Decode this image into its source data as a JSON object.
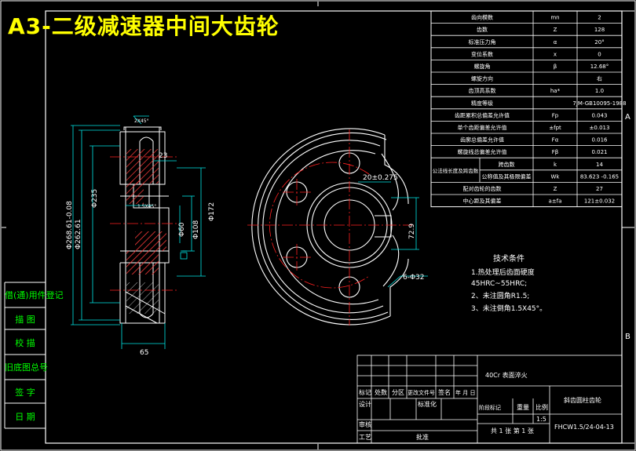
{
  "title": "A3-二级减速器中间大齿轮",
  "params": [
    {
      "name": "齿向模数",
      "sym": "mn",
      "val": "2"
    },
    {
      "name": "齿数",
      "sym": "Z",
      "val": "128"
    },
    {
      "name": "标准压力角",
      "sym": "α",
      "val": "20°"
    },
    {
      "name": "变位系数",
      "sym": "x",
      "val": "0"
    },
    {
      "name": "螺旋角",
      "sym": "β",
      "val": "12.68°"
    },
    {
      "name": "螺旋方向",
      "sym": "",
      "val": "右"
    },
    {
      "name": "齿顶高系数",
      "sym": "ha*",
      "val": "1.0"
    },
    {
      "name": "精度等级",
      "sym": "",
      "val": "7JM-GB10095-1988"
    },
    {
      "name": "齿距累积总偏差允许值",
      "sym": "Fp",
      "val": "0.043"
    },
    {
      "name": "单个齿距偏差允许值",
      "sym": "±fpt",
      "val": "±0.013"
    },
    {
      "name": "齿廓总偏差允许值",
      "sym": "Fα",
      "val": "0.016"
    },
    {
      "name": "螺旋线总偏差允许值",
      "sym": "Fβ",
      "val": "0.021"
    }
  ],
  "span_group": {
    "label": "公法线长度及跨齿数",
    "rows": [
      {
        "name": "跨齿数",
        "sym": "k",
        "val": "14"
      },
      {
        "name": "公称值及其极限偏差",
        "sym": "Wk",
        "val": "83.623 -0.165"
      }
    ]
  },
  "params_tail": [
    {
      "name": "配对齿轮的齿数",
      "sym": "Z",
      "val": "27"
    },
    {
      "name": "中心距及其偏差",
      "sym": "a±fa",
      "val": "121±0.032"
    }
  ],
  "dims": {
    "d1": "Φ268.61-0.08",
    "d2": "Φ262.61",
    "d3": "Φ235",
    "d4": "Φ172",
    "d5": "Φ108",
    "d6": "Φ60",
    "width": "65",
    "w23": "23",
    "chamfer_top": "2X45°",
    "chamfer_mid": "1.5X45°",
    "key": "20±0.275",
    "keydepth": "72.9",
    "holes": "6-Φ32"
  },
  "tech": {
    "heading": "技术条件",
    "items": [
      "1.热处理后齿面硬度",
      "  45HRC~55HRC;",
      "2、未注圆角R1.5;",
      "3、未注倒角1.5X45°。"
    ]
  },
  "side_labels": [
    "借(通)用件登记",
    "描 图",
    "校 描",
    "旧底图总号",
    "签 字",
    "日 期"
  ],
  "titleblock": {
    "material": "40Cr 表面淬火",
    "cols": [
      "标记",
      "处数",
      "分区",
      "更改文件号",
      "签名",
      "年 月 日"
    ],
    "row2": [
      "设计",
      "",
      "标准化"
    ],
    "stage": [
      "阶段标记",
      "重量",
      "比例"
    ],
    "scale": "1:5",
    "sheets": "共 1 张 第 1 张",
    "review": "审核",
    "craft": "工艺",
    "approve": "批准",
    "part": "斜齿圆柱齿轮",
    "drawing_no": "FHCW1.5/24-04-13"
  },
  "zones": [
    "A",
    "B"
  ],
  "colors": {
    "line": "#ffffff",
    "dim": "#00ffff",
    "center": "#ff0000",
    "text": "#ffffff",
    "title": "#ffff00",
    "side": "#00ff00"
  }
}
